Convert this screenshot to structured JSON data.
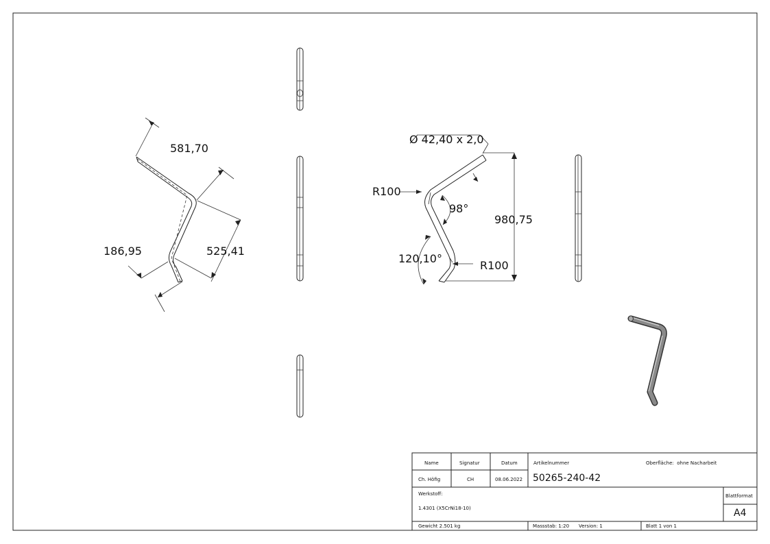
{
  "dimensions": {
    "side_view": {
      "length_top": "581,70",
      "length_middle": "525,41",
      "length_bottom": "186,95"
    },
    "front_view": {
      "tube": "Ø 42,40 x 2,0",
      "radius_top": "R100",
      "radius_bottom": "R100",
      "angle_top": "98°",
      "angle_bottom": "120,10°",
      "height": "980,75"
    }
  },
  "title_block": {
    "headers": {
      "name": "Name",
      "signatur": "Signatur",
      "datum": "Datum"
    },
    "values": {
      "name": "Ch. Höfig",
      "signatur": "CH",
      "datum": "08.06.2022"
    },
    "artikelnummer_label": "Artikelnummer",
    "artikelnummer": "50265-240-42",
    "oberflaeche": "Oberfläche:  ohne Nacharbeit",
    "werkstoff_label": "Werkstoff:",
    "werkstoff": "1.4301 (X5CrNi18-10)",
    "blattformat_label": "Blattformat",
    "blattformat": "A4",
    "gewicht": "Gewicht 2.501 kg",
    "massstab": "Massstab: 1:20",
    "version": "Version: 1",
    "blatt": "Blatt 1 von 1"
  }
}
